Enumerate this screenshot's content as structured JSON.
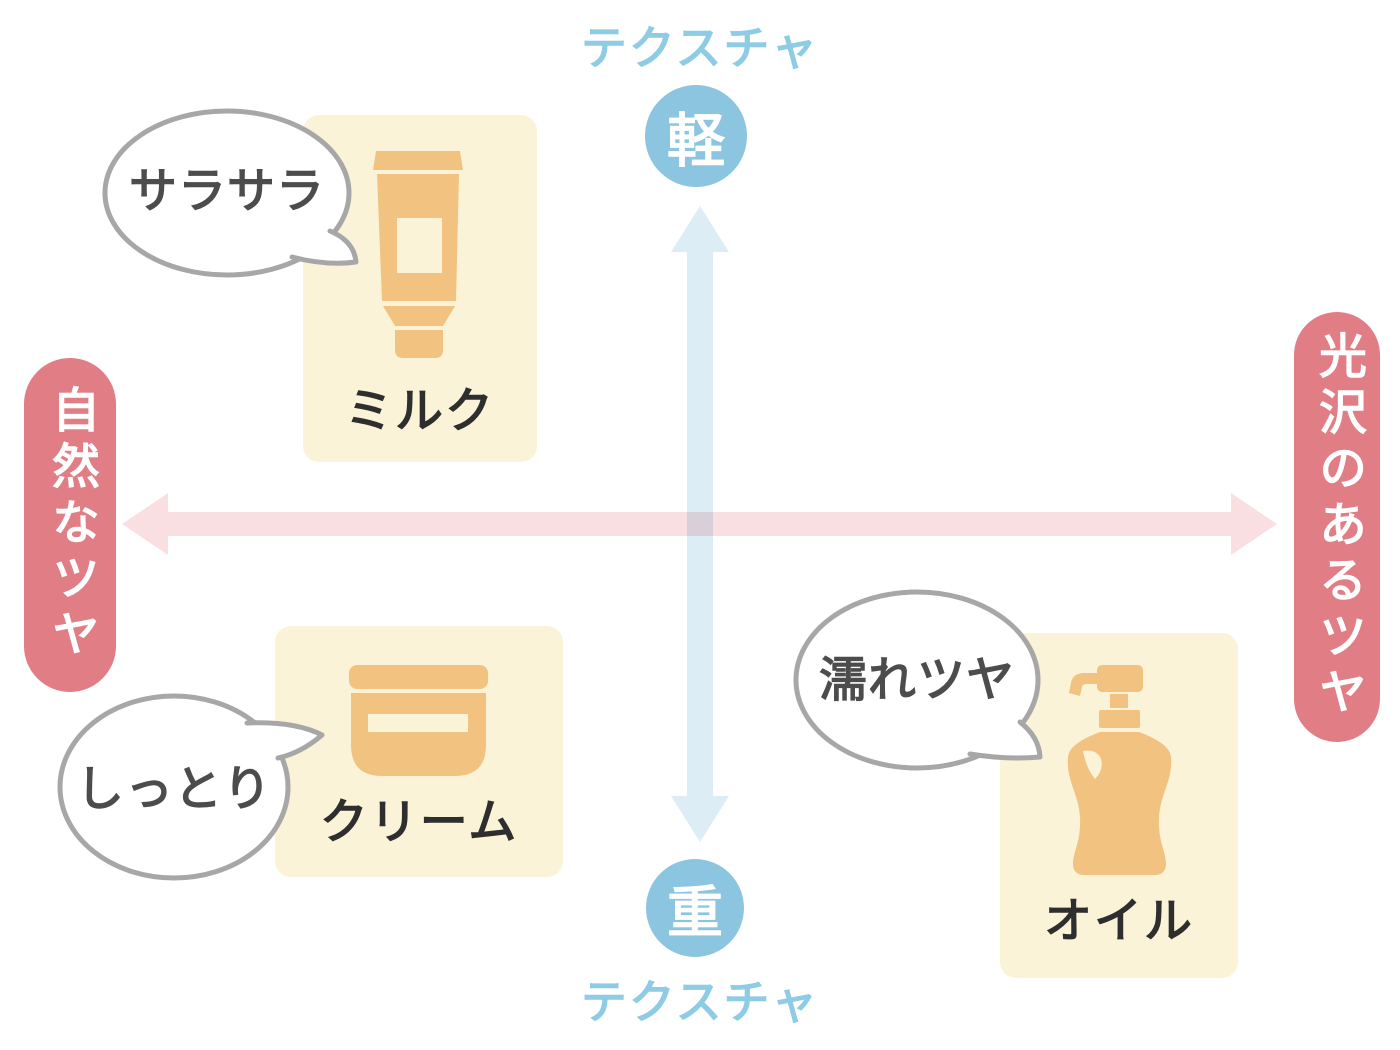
{
  "diagram": {
    "type": "quadrant-map",
    "subject": "hair styling product texture vs shine map"
  },
  "axes": {
    "vertical": {
      "caption_top": "テクスチャ",
      "caption_bottom": "テクスチャ",
      "pole_top": "軽",
      "pole_bottom": "重"
    },
    "horizontal": {
      "pole_left": "自然なツヤ",
      "pole_right": "光沢のあるツヤ"
    }
  },
  "products": {
    "milk": {
      "name": "ミルク",
      "bubble": "サラサラ",
      "icon": "tube-icon",
      "quadrant": "top-left"
    },
    "cream": {
      "name": "クリーム",
      "bubble": "しっとり",
      "icon": "jar-icon",
      "quadrant": "bottom-left"
    },
    "oil": {
      "name": "オイル",
      "bubble": "濡れツヤ",
      "icon": "pump-bottle-icon",
      "quadrant": "bottom-right"
    }
  },
  "colors": {
    "background": "#ffffff",
    "vertical_arrow": "#ddedf5",
    "horizontal_arrow": "#fadfe2",
    "pole_circle": "#8cc5df",
    "axis_caption_text": "#8ecbe4",
    "pole_pill": "#e17d84",
    "card_background": "#faf3d8",
    "icon_fill": "#f2c380",
    "bubble_border": "#a7a7a7",
    "bubble_text": "#4c4c4c",
    "product_label_text": "#2e2e2e"
  }
}
